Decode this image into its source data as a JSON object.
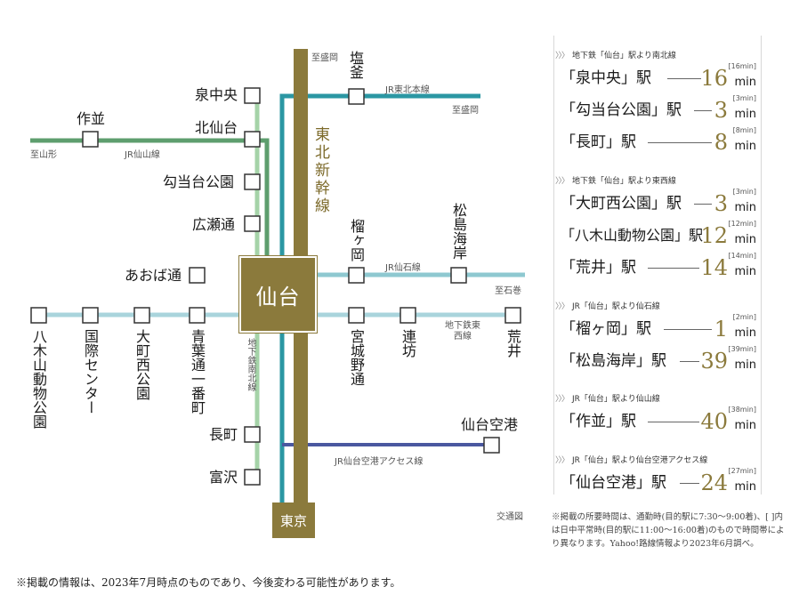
{
  "map": {
    "hub": "仙台",
    "terminus": "東京",
    "shinkansen_label": "東北新幹線",
    "station_labels": {
      "shiogama": "塩釜",
      "izumichuo": "泉中央",
      "kitasendai": "北仙台",
      "sakunami": "作並",
      "koutoudai": "勾当台公園",
      "hirosedori": "広瀬通",
      "aobadori": "あおば通",
      "tsutsujigaoka": "榴ヶ岡",
      "matsushimakaigan": "松島海岸",
      "yagiyama": "八木山動物公園",
      "kokusai": "国際センター",
      "omachinishi": "大町西公園",
      "aobaichibancho": "青葉通一番町",
      "miyagino": "宮城野通",
      "rembo": "連坊",
      "arai": "荒井",
      "nagamachi": "長町",
      "tomizawa": "富沢",
      "airport": "仙台空港"
    },
    "line_labels": {
      "jr_tohoku": "JR東北本線",
      "jr_senzan": "JR仙山線",
      "jr_senseki": "JR仙石線",
      "subway_tozai": "地下鉄東西線",
      "subway_nanboku": "地下鉄南北線",
      "airport_access": "JR仙台空港アクセス線"
    },
    "direction_labels": {
      "morioka_top": "至盛岡",
      "morioka_right": "至盛岡",
      "yamagata": "至山形",
      "ishinomaki": "至石巻"
    },
    "legend": "交通図",
    "footnote": "※掲載の情報は、2023年7月時点のものであり、今後変わる可能性があります。",
    "colors": {
      "shinkansen": "#8b7a3c",
      "jr_tohoku": "#2b97a3",
      "jr_senzan": "#5e9e6e",
      "jr_senseki": "#8ec8d0",
      "subway_nanboku": "#a5d3a8",
      "subway_tozai": "#a9d4dc",
      "airport_access": "#4a58a0"
    }
  },
  "panel": {
    "sections": [
      {
        "header": "地下鉄「仙台」駅より南北線",
        "rows": [
          {
            "station": "「泉中央」駅",
            "minutes": "16",
            "unit": "min",
            "offpeak": "[16min]"
          },
          {
            "station": "「勾当台公園」駅",
            "minutes": "3",
            "unit": "min",
            "offpeak": "[3min]"
          },
          {
            "station": "「長町」駅",
            "minutes": "8",
            "unit": "min",
            "offpeak": "[8min]"
          }
        ]
      },
      {
        "header": "地下鉄「仙台」駅より東西線",
        "rows": [
          {
            "station": "「大町西公園」駅",
            "minutes": "3",
            "unit": "min",
            "offpeak": "[3min]"
          },
          {
            "station": "「八木山動物公園」駅",
            "minutes": "12",
            "unit": "min",
            "offpeak": "[12min]"
          },
          {
            "station": "「荒井」駅",
            "minutes": "14",
            "unit": "min",
            "offpeak": "[14min]"
          }
        ]
      },
      {
        "header": "JR「仙台」駅より仙石線",
        "rows": [
          {
            "station": "「榴ヶ岡」駅",
            "minutes": "1",
            "unit": "min",
            "offpeak": "[2min]"
          },
          {
            "station": "「松島海岸」駅",
            "minutes": "39",
            "unit": "min",
            "offpeak": "[39min]"
          }
        ]
      },
      {
        "header": "JR「仙台」駅より仙山線",
        "rows": [
          {
            "station": "「作並」駅",
            "minutes": "40",
            "unit": "min",
            "offpeak": "[38min]"
          }
        ]
      },
      {
        "header": "JR「仙台」駅より仙台空港アクセス線",
        "rows": [
          {
            "station": "「仙台空港」駅",
            "minutes": "24",
            "unit": "min",
            "offpeak": "[27min]"
          }
        ]
      }
    ],
    "note": "※掲載の所要時間は、通勤時(目的駅に7:30～9:00着)、[ ]内は日中平常時(目的駅に11:00～16:00着)のもので時間帯により異なります。Yahoo!路線情報より2023年6月調べ。"
  }
}
